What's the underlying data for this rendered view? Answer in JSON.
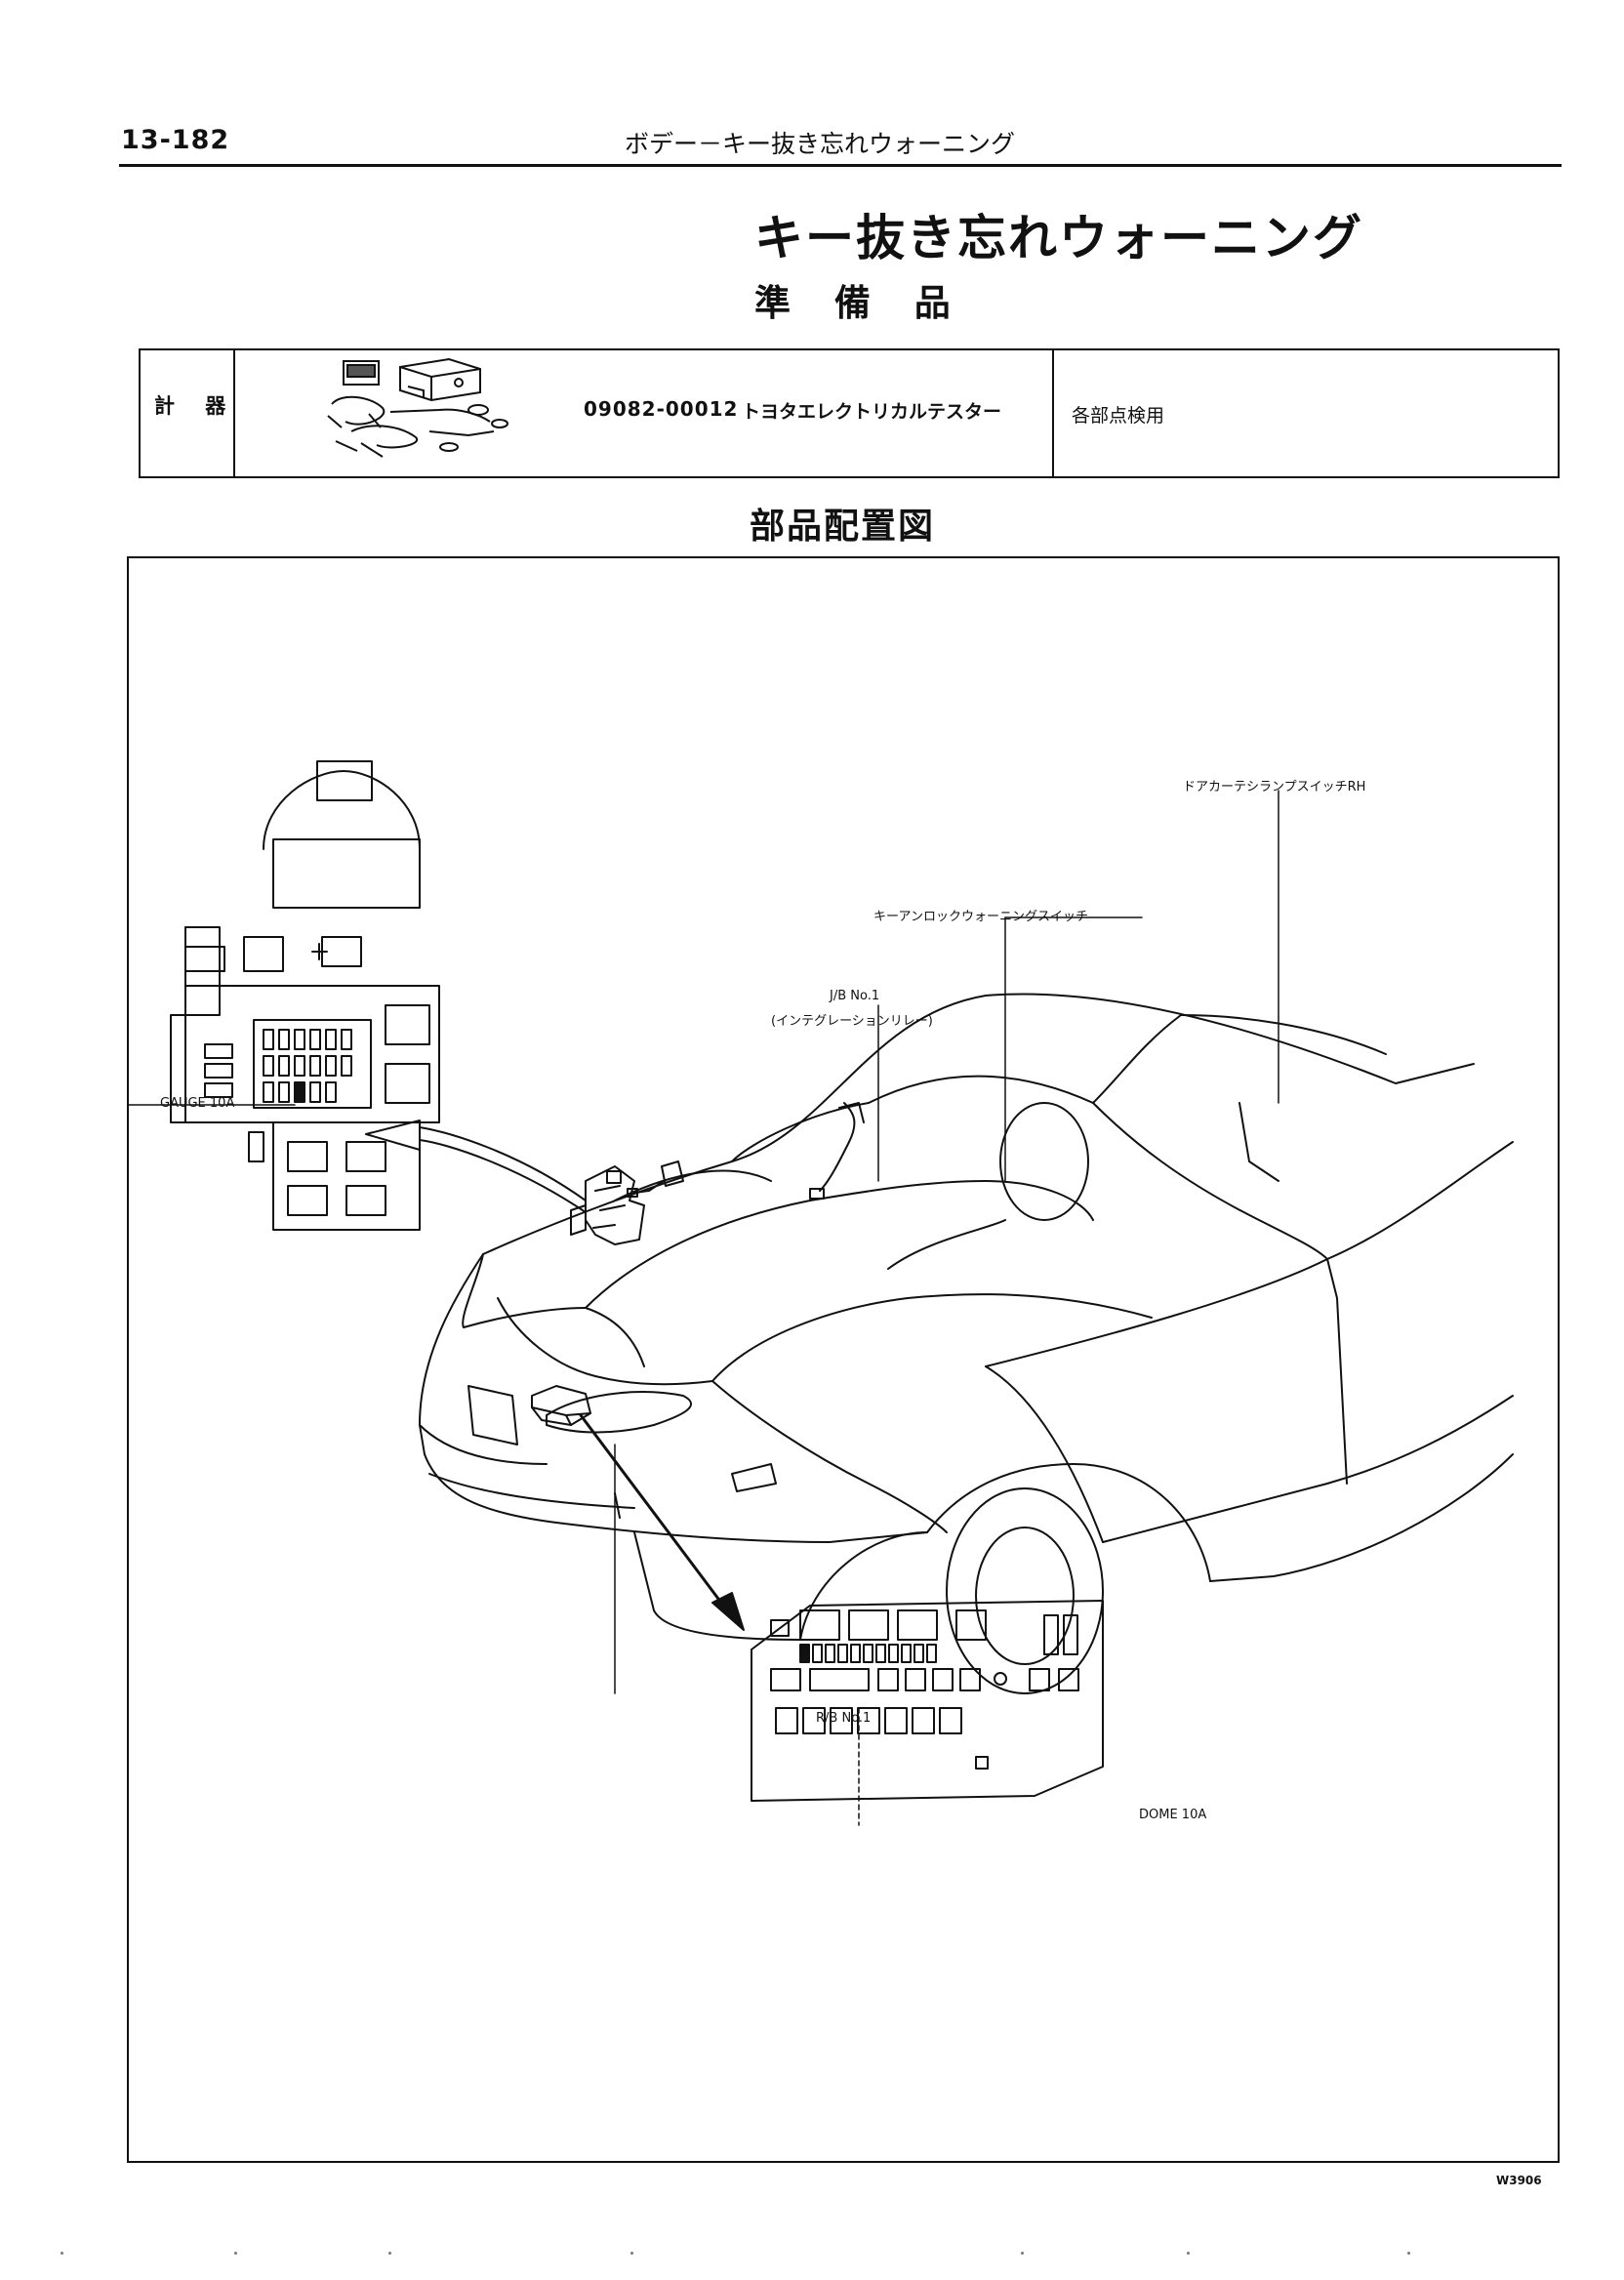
{
  "header": {
    "page_number": "13-182",
    "section_path": "ボデー－キー抜き忘れウォーニング"
  },
  "title": "キー抜き忘れウォーニング",
  "sections": {
    "preparation": "準 備 品",
    "component_layout": "部品配置図"
  },
  "tools_table": {
    "category": "計 器",
    "part_number": "09082-00012",
    "tool_name": "トヨタエレクトリカルテスター",
    "usage": "各部点検用"
  },
  "diagram_labels": {
    "door_switch": "ドアカーテシランプスイッチRH",
    "key_switch": "キーアンロックウォーニングスイッチ",
    "jb_name": "J/B No.1",
    "jb_relay": "(インテグレーションリレー)",
    "gauge_fuse": "GAUGE 10A",
    "rb_name": "R/B No.1",
    "dome_fuse": "DOME 10A"
  },
  "figure_code": "W3906"
}
